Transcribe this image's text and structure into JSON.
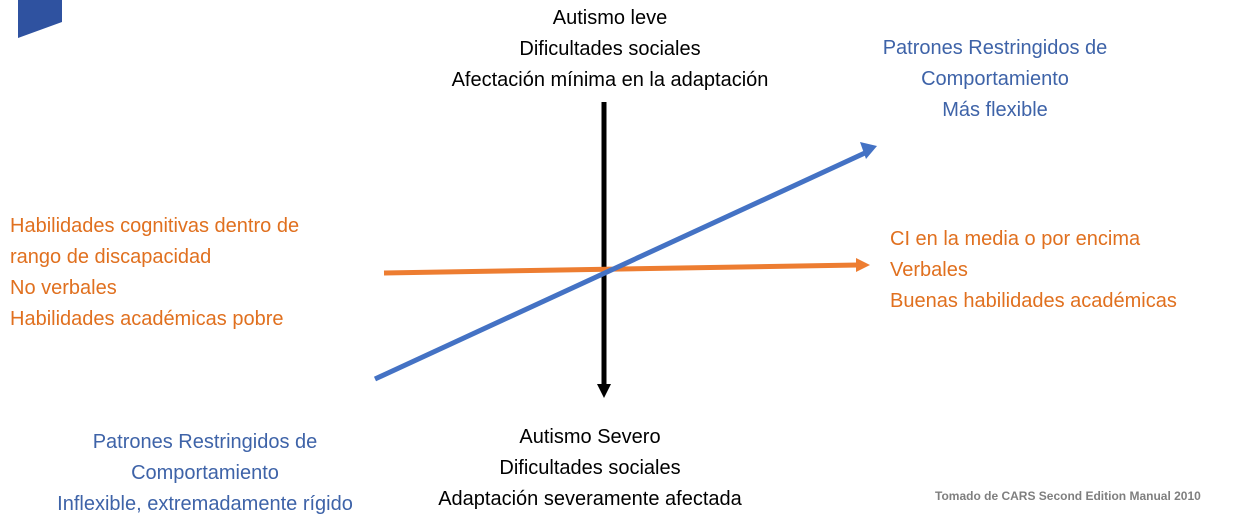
{
  "top_label": [
    "Autismo leve",
    "Dificultades sociales",
    "Afectación mínima en la adaptación"
  ],
  "bottom_label": [
    "Autismo Severo",
    "Dificultades sociales",
    "Adaptación severamente afectada"
  ],
  "top_right_label": [
    "Patrones Restringidos de",
    "Comportamiento",
    "Más flexible"
  ],
  "bottom_left_label": [
    "Patrones Restringidos de",
    "Comportamiento",
    "Inflexible, extremadamente rígido"
  ],
  "left_label": [
    "Habilidades cognitivas dentro de",
    "rango de discapacidad",
    "No verbales",
    "Habilidades académicas pobre"
  ],
  "right_label": [
    "CI en la media o por encima",
    "Verbales",
    "Buenas habilidades académicas"
  ],
  "source_note": "Tomado de CARS Second Edition Manual 2010",
  "colors": {
    "vertical_axis": "#000000",
    "cognitive_axis": "#ed7d31",
    "behavior_axis": "#4472c4",
    "blue_text": "#3e63a8",
    "orange_text": "#e0701f",
    "logo": "#2f52a0"
  }
}
